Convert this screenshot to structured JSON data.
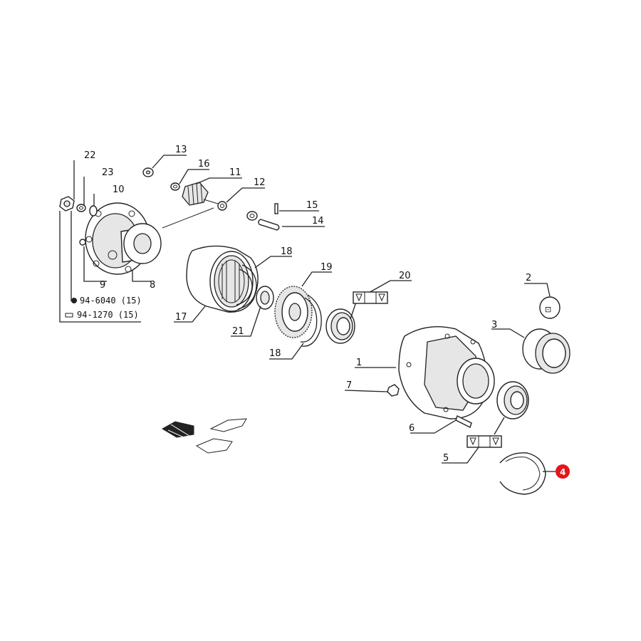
{
  "diagram": {
    "callouts": [
      {
        "id": "c1",
        "label": "1"
      },
      {
        "id": "c2",
        "label": "2"
      },
      {
        "id": "c3",
        "label": "3"
      },
      {
        "id": "c4",
        "label": "4",
        "highlighted": true
      },
      {
        "id": "c5",
        "label": "5"
      },
      {
        "id": "c6",
        "label": "6"
      },
      {
        "id": "c7",
        "label": "7"
      },
      {
        "id": "c8",
        "label": "8"
      },
      {
        "id": "c9",
        "label": "9"
      },
      {
        "id": "c10",
        "label": "10"
      },
      {
        "id": "c11",
        "label": "11"
      },
      {
        "id": "c12",
        "label": "12"
      },
      {
        "id": "c13",
        "label": "13"
      },
      {
        "id": "c14",
        "label": "14"
      },
      {
        "id": "c15",
        "label": "15"
      },
      {
        "id": "c16",
        "label": "16"
      },
      {
        "id": "c17",
        "label": "17"
      },
      {
        "id": "c18a",
        "label": "18"
      },
      {
        "id": "c18b",
        "label": "18"
      },
      {
        "id": "c19",
        "label": "19"
      },
      {
        "id": "c20",
        "label": "20"
      },
      {
        "id": "c21",
        "label": "21"
      },
      {
        "id": "c22",
        "label": "22"
      },
      {
        "id": "c23",
        "label": "23"
      }
    ],
    "references": [
      {
        "id": "ref1",
        "text": "94-6040 (15)",
        "icon": "nut-icon"
      },
      {
        "id": "ref2",
        "text": "94-1270 (15)",
        "icon": "bolt-icon"
      }
    ],
    "highlight_color": "#e3161b"
  }
}
